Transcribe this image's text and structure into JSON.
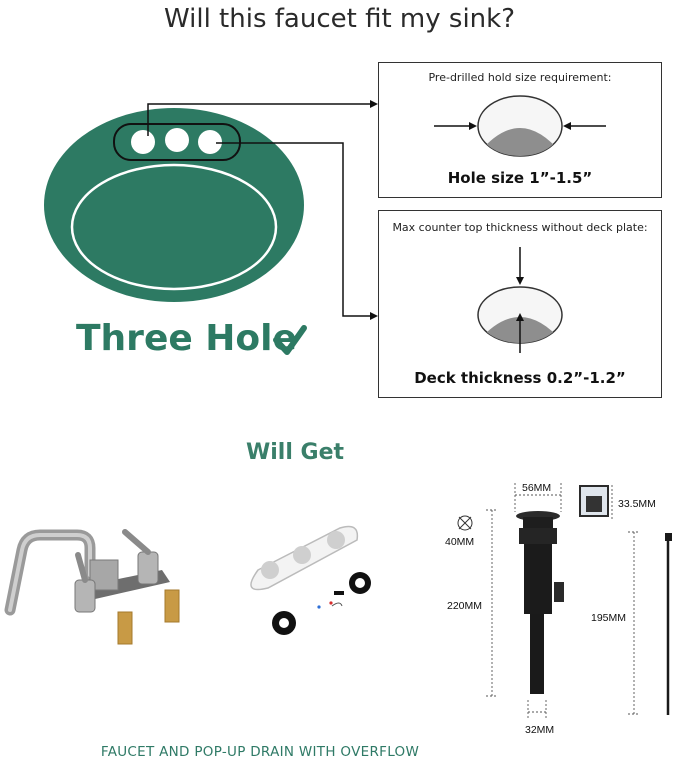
{
  "title": "Will this faucet fit my sink?",
  "sink": {
    "label": "Three Hole",
    "check_icon": "check-mark-icon",
    "color": "#2d7a63"
  },
  "hole_box": {
    "heading": "Pre-drilled hold size requirement:",
    "caption": "Hole size 1”-1.5”"
  },
  "deck_box": {
    "heading": "Max counter top thickness without deck plate:",
    "caption": "Deck thickness 0.2”-1.2”"
  },
  "will_get": {
    "heading": "Will Get",
    "color": "#3a7f6a"
  },
  "drain_dims": {
    "top_width": "56MM",
    "cap_height": "33.5MM",
    "diameter": "40MM",
    "body_height": "220MM",
    "rod_length": "195MM",
    "tail_width": "32MM"
  },
  "footer": {
    "caption": "FAUCET AND POP-UP DRAIN WITH OVERFLOW",
    "color": "#2f7a66"
  }
}
